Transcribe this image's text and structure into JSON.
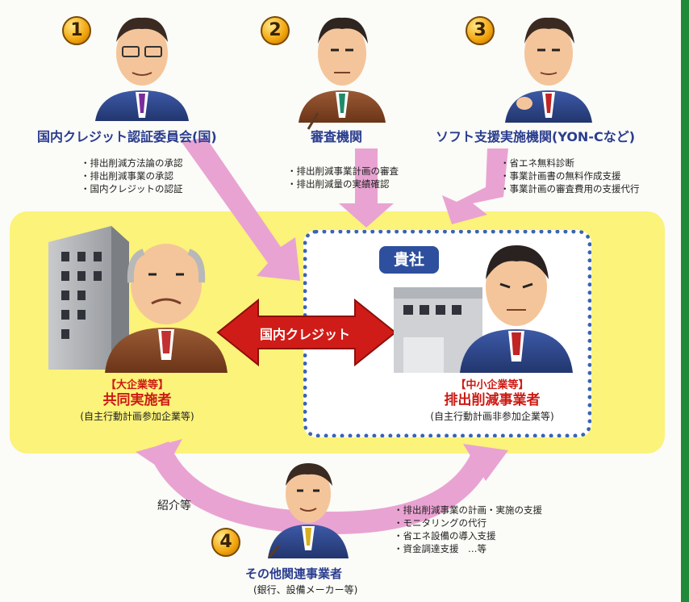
{
  "entities": {
    "e1": {
      "number": "1",
      "title": "国内クレジット認証委員会(国)",
      "duties": [
        "・排出削減方法論の承認",
        "・排出削減事業の承認",
        "・国内クレジットの認証"
      ]
    },
    "e2": {
      "number": "2",
      "title": "審査機関",
      "duties": [
        "・排出削減事業計画の審査",
        "・排出削減量の実績確認"
      ]
    },
    "e3": {
      "number": "3",
      "title": "ソフト支援実施機関(YON-Cなど)",
      "duties": [
        "・省エネ無料診断",
        "・事業計画書の無料作成支援",
        "・事業計画の審査費用の支援代行"
      ]
    },
    "e4": {
      "number": "4",
      "title": "その他関連事業者",
      "subtitle": "(銀行、設備メーカー等)",
      "duties": [
        "・排出削減事業の計画・実施の支援",
        "・モニタリングの代行",
        "・省エネ設備の導入支援",
        "・資金調達支援　…等"
      ]
    }
  },
  "center": {
    "your_company": "貴社",
    "credit_label": "国内クレジット",
    "left": {
      "bracket": "【大企業等】",
      "role": "共同実施者",
      "note": "(自主行動計画参加企業等)"
    },
    "right": {
      "bracket": "【中小企業等】",
      "role": "排出削減事業者",
      "note": "(自主行動計画非参加企業等)"
    }
  },
  "referral_label": "紹介等",
  "colors": {
    "yellow": "#fbf37a",
    "pink_arrow": "#e9a3d2",
    "red_arrow": "#d01c18",
    "blue_text": "#2a3d8f",
    "red_text": "#cc1a14",
    "dotted_border": "#3a63b0",
    "badge_blue": "#2e4f9e",
    "green_bar": "#1f8a3a"
  }
}
